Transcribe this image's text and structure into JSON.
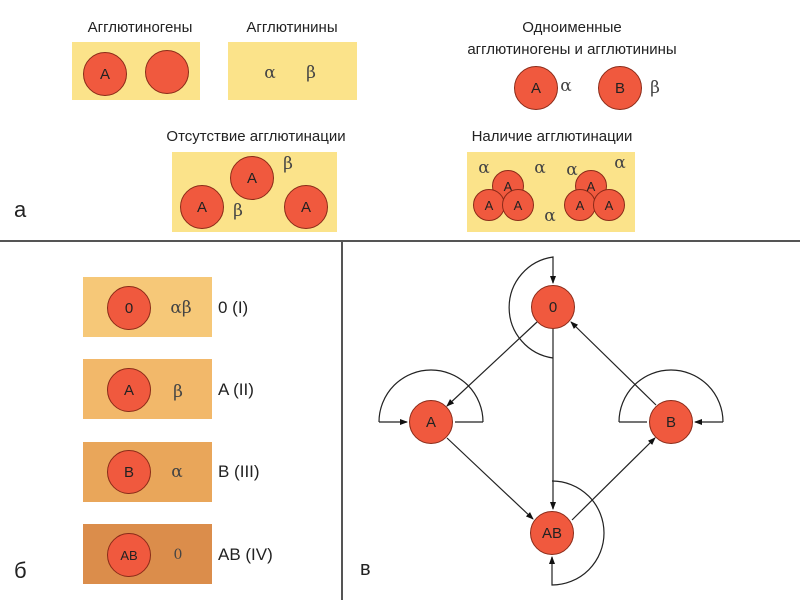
{
  "panel_a": {
    "label": "а",
    "agglutinogens": {
      "title": "Агглютиногены",
      "cells": [
        "A",
        ""
      ]
    },
    "agglutinins": {
      "title": "Агглютинины",
      "symbols": [
        "α",
        "β"
      ]
    },
    "same_named": {
      "title_line1": "Одноименные",
      "title_line2": "агглютиногены и агглютинины",
      "pairs": [
        {
          "cell": "A",
          "agglutinin": "α"
        },
        {
          "cell": "B",
          "agglutinin": "β"
        }
      ]
    },
    "no_agglutination": {
      "title": "Отсутствие агглютинации",
      "cells": [
        "A",
        "A",
        "A"
      ],
      "symbols": [
        "β",
        "β"
      ]
    },
    "agglutination": {
      "title": "Наличие агглютинации",
      "cells": [
        "A",
        "A",
        "A",
        "A",
        "A",
        "A"
      ],
      "symbols": [
        "α",
        "α",
        "α",
        "α",
        "α"
      ]
    }
  },
  "panel_b": {
    "label": "б",
    "groups": [
      {
        "cell": "0",
        "agglutinins": "αβ",
        "name": "0 (I)",
        "color": "#f6c878"
      },
      {
        "cell": "A",
        "agglutinins": "β",
        "name": "A (II)",
        "color": "#f2b86a"
      },
      {
        "cell": "B",
        "agglutinins": "α",
        "name": "B (III)",
        "color": "#e9a65a"
      },
      {
        "cell": "AB",
        "agglutinins": "0",
        "name": "AB (IV)",
        "color": "#db8d4b"
      }
    ]
  },
  "panel_c": {
    "label": "в",
    "nodes": [
      "0",
      "A",
      "B",
      "AB"
    ],
    "edges": [
      [
        "0",
        "A"
      ],
      [
        "0",
        "AB"
      ],
      [
        "A",
        "AB"
      ],
      [
        "AB",
        "B"
      ],
      [
        "B",
        "0"
      ]
    ]
  },
  "colors": {
    "cell": "#f0593e",
    "box_yellow": "#fbe38a"
  }
}
